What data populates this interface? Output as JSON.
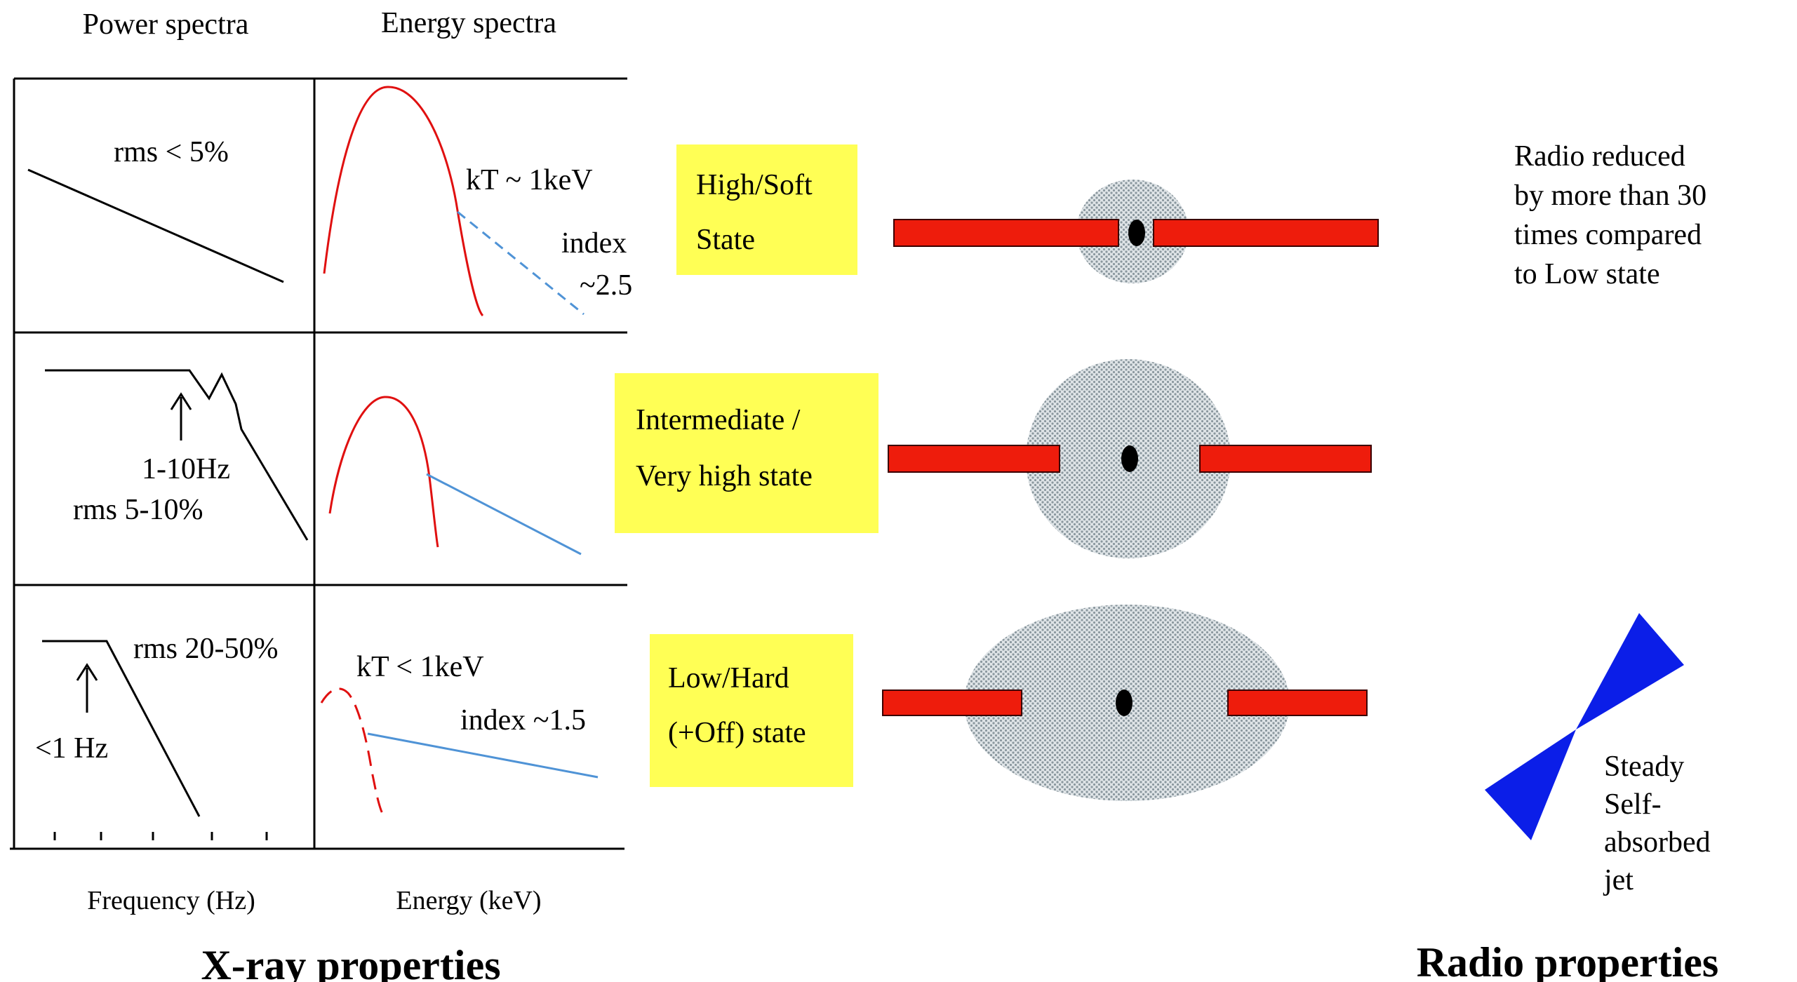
{
  "columns": {
    "power_spectra": "Power spectra",
    "energy_spectra": "Energy spectra"
  },
  "axes": {
    "frequency": "Frequency (Hz)",
    "energy": "Energy (keV)"
  },
  "footer": {
    "xray": "X-ray properties",
    "radio": "Radio properties"
  },
  "rows": {
    "high": {
      "state_line1": "High/Soft",
      "state_line2": "State",
      "power_rms": "rms < 5%",
      "energy_kT": "kT ~ 1keV",
      "energy_index_line1": "index",
      "energy_index_line2": "~2.5"
    },
    "intermediate": {
      "state_line1": "Intermediate /",
      "state_line2": "Very high state",
      "qpo_freq": "1-10Hz",
      "power_rms": "rms 5-10%"
    },
    "low": {
      "state_line1": "Low/Hard",
      "state_line2": "(+Off) state",
      "power_rms": "rms 20-50%",
      "break_freq": "<1 Hz",
      "energy_kT": "kT < 1keV",
      "energy_index": "index ~1.5"
    }
  },
  "radio": {
    "high_note": [
      "Radio reduced",
      "by more than 30",
      "times compared",
      "to Low state"
    ],
    "jet_note": [
      "Steady",
      "Self-",
      "absorbed",
      "jet"
    ]
  },
  "colors": {
    "disk_red": "#ee1c0c",
    "corona_grey": "#b9c3c8",
    "state_box_yellow": "#ffff55",
    "blackbody_curve": "#e01010",
    "powerlaw_line": "#4f93d6",
    "jet_blue": "#0b1ee8"
  }
}
